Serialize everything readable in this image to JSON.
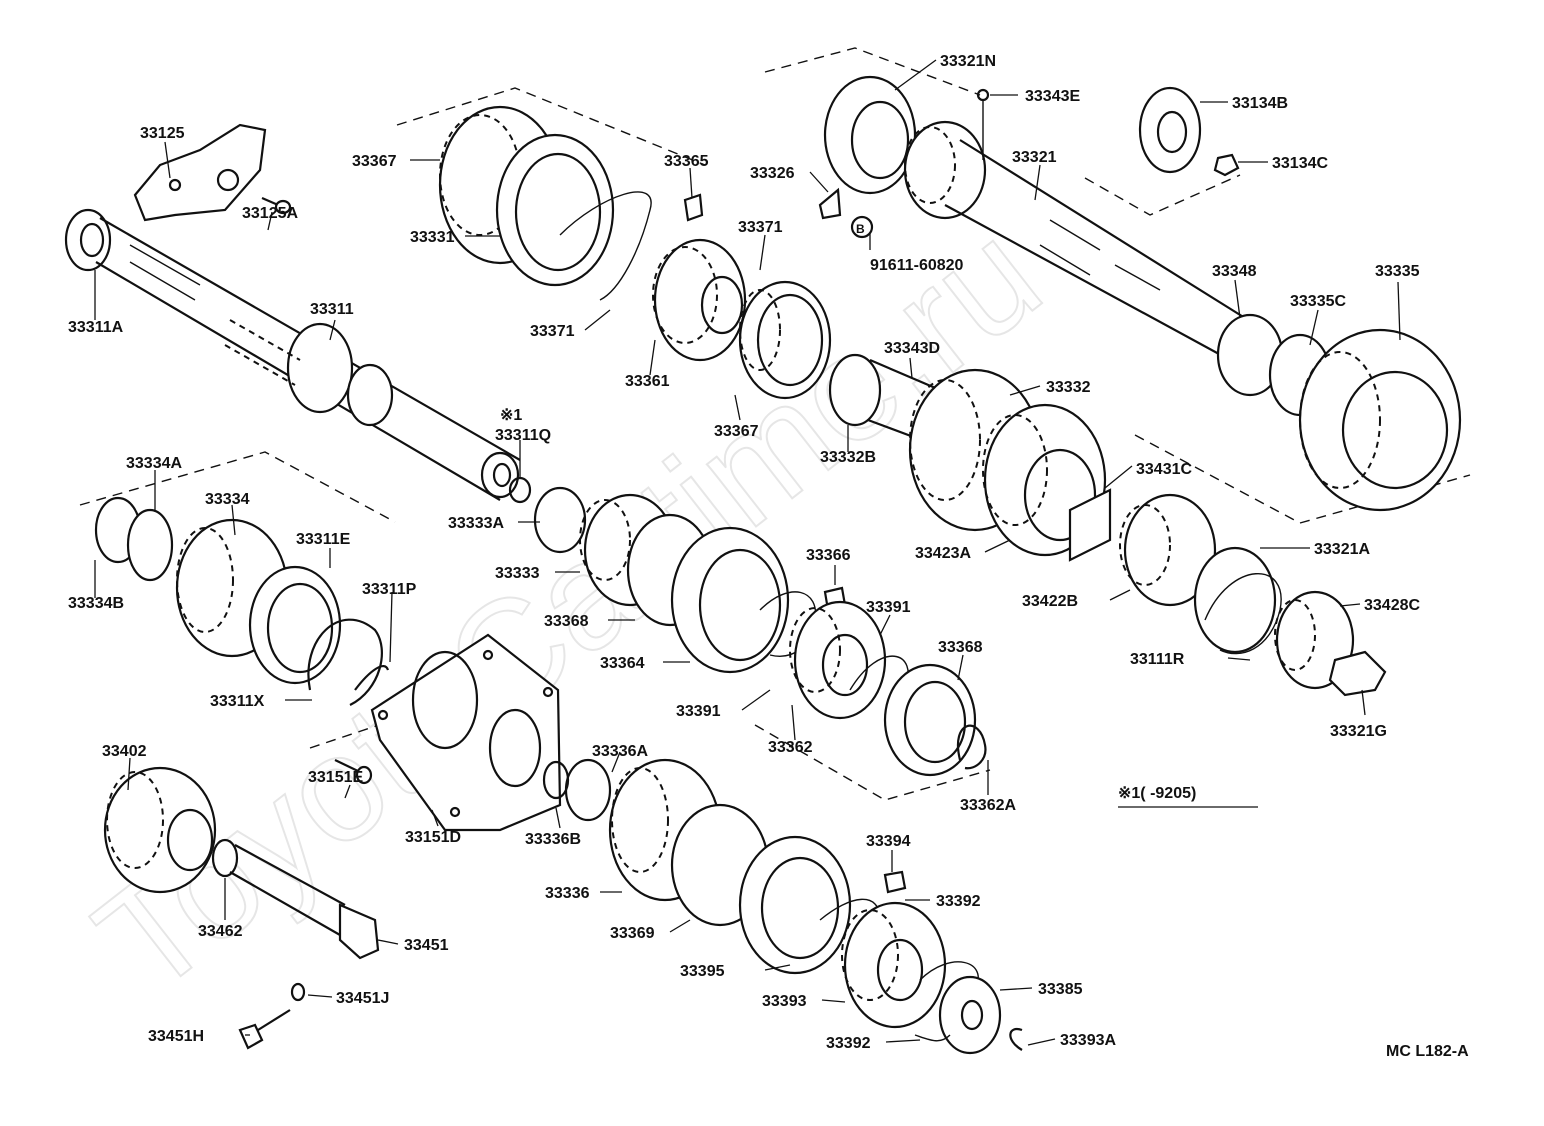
{
  "watermark": "ToyotaCartime.ru",
  "labels": [
    {
      "id": "33321N",
      "text": "33321N"
    },
    {
      "id": "33343E",
      "text": "33343E"
    },
    {
      "id": "33134B",
      "text": "33134B"
    },
    {
      "id": "33321",
      "text": "33321"
    },
    {
      "id": "33134C",
      "text": "33134C"
    },
    {
      "id": "33125",
      "text": "33125"
    },
    {
      "id": "33125A",
      "text": "33125A"
    },
    {
      "id": "33367-top",
      "text": "33367"
    },
    {
      "id": "33365",
      "text": "33365"
    },
    {
      "id": "33326",
      "text": "33326"
    },
    {
      "id": "91611-60820",
      "text": "91611-60820"
    },
    {
      "id": "33371-top",
      "text": "33371"
    },
    {
      "id": "33331",
      "text": "33331"
    },
    {
      "id": "33371-mid",
      "text": "33371"
    },
    {
      "id": "33311A",
      "text": "33311A"
    },
    {
      "id": "33311",
      "text": "33311"
    },
    {
      "id": "33361",
      "text": "33361"
    },
    {
      "id": "33348",
      "text": "33348"
    },
    {
      "id": "33335",
      "text": "33335"
    },
    {
      "id": "33335C",
      "text": "33335C"
    },
    {
      "id": "33343D",
      "text": "33343D"
    },
    {
      "id": "33332",
      "text": "33332"
    },
    {
      "id": "33367-mid",
      "text": "33367"
    },
    {
      "id": "33332B",
      "text": "33332B"
    },
    {
      "id": "ref1-marker",
      "text": "※1"
    },
    {
      "id": "33311Q",
      "text": "33311Q"
    },
    {
      "id": "33334A",
      "text": "33334A"
    },
    {
      "id": "33334",
      "text": "33334"
    },
    {
      "id": "33333A",
      "text": "33333A"
    },
    {
      "id": "33431C",
      "text": "33431C"
    },
    {
      "id": "33311E",
      "text": "33311E"
    },
    {
      "id": "33423A",
      "text": "33423A"
    },
    {
      "id": "33321A",
      "text": "33321A"
    },
    {
      "id": "33334B",
      "text": "33334B"
    },
    {
      "id": "33311P",
      "text": "33311P"
    },
    {
      "id": "33333",
      "text": "33333"
    },
    {
      "id": "33366",
      "text": "33366"
    },
    {
      "id": "33422B",
      "text": "33422B"
    },
    {
      "id": "33428C",
      "text": "33428C"
    },
    {
      "id": "33391-top",
      "text": "33391"
    },
    {
      "id": "33368-top",
      "text": "33368"
    },
    {
      "id": "33111R",
      "text": "33111R"
    },
    {
      "id": "33364",
      "text": "33364"
    },
    {
      "id": "33368-mid",
      "text": "33368"
    },
    {
      "id": "33311X",
      "text": "33311X"
    },
    {
      "id": "33391-mid",
      "text": "33391"
    },
    {
      "id": "33321G",
      "text": "33321G"
    },
    {
      "id": "33402",
      "text": "33402"
    },
    {
      "id": "33336A",
      "text": "33336A"
    },
    {
      "id": "33362",
      "text": "33362"
    },
    {
      "id": "33151E",
      "text": "33151E"
    },
    {
      "id": "33362A",
      "text": "33362A"
    },
    {
      "id": "ref1-note",
      "text": "※1(     -9205)"
    },
    {
      "id": "33151D",
      "text": "33151D"
    },
    {
      "id": "33336B",
      "text": "33336B"
    },
    {
      "id": "33394",
      "text": "33394"
    },
    {
      "id": "33336",
      "text": "33336"
    },
    {
      "id": "33392-top",
      "text": "33392"
    },
    {
      "id": "33462",
      "text": "33462"
    },
    {
      "id": "33451",
      "text": "33451"
    },
    {
      "id": "33369",
      "text": "33369"
    },
    {
      "id": "33395",
      "text": "33395"
    },
    {
      "id": "33385",
      "text": "33385"
    },
    {
      "id": "33451J",
      "text": "33451J"
    },
    {
      "id": "33393",
      "text": "33393"
    },
    {
      "id": "33451H",
      "text": "33451H"
    },
    {
      "id": "33392-bot",
      "text": "33392"
    },
    {
      "id": "33393A",
      "text": "33393A"
    },
    {
      "id": "diagram-code",
      "text": "MC  L182-A"
    }
  ]
}
